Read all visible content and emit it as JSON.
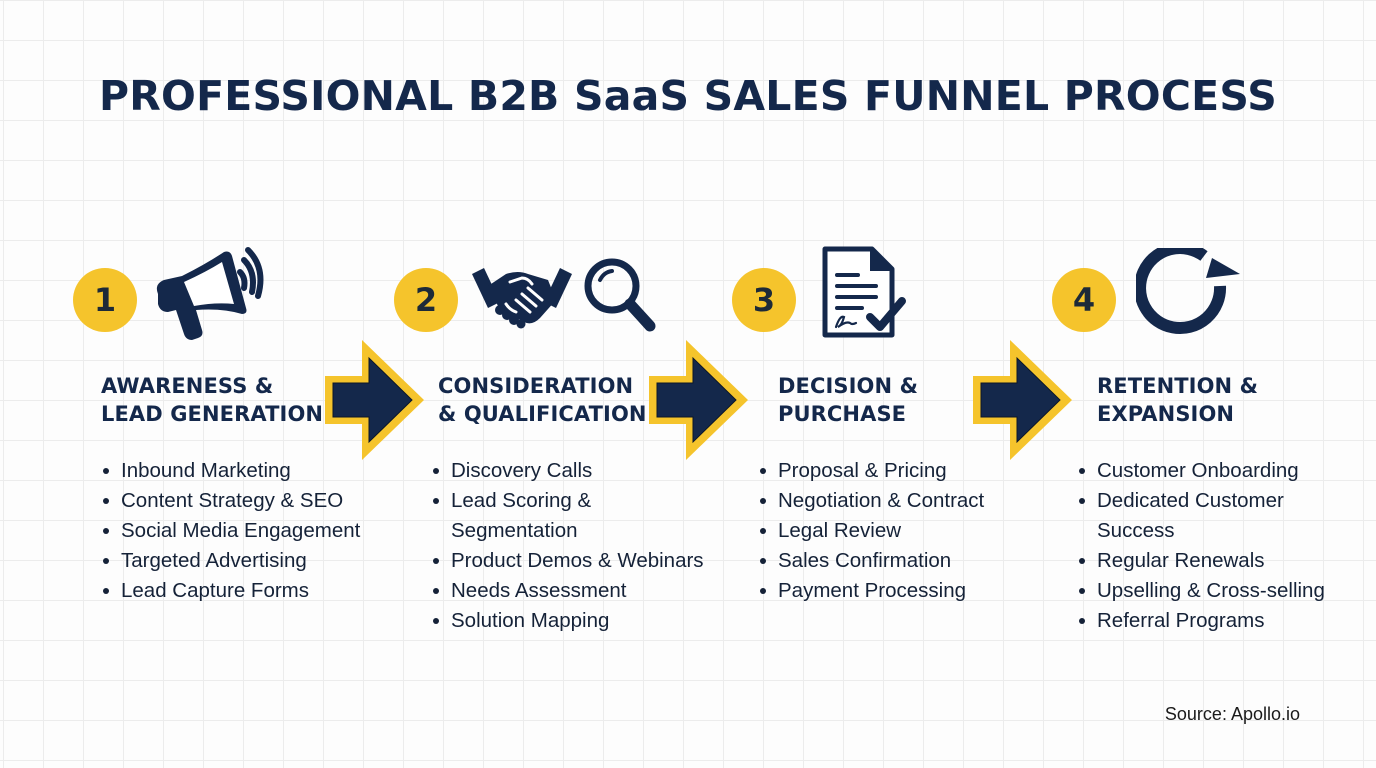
{
  "title": "PROFESSIONAL B2B SaaS SALES FUNNEL PROCESS",
  "colors": {
    "navy": "#14284b",
    "gold": "#f5c42c",
    "text": "#152238",
    "grid": "#ececec"
  },
  "stages": [
    {
      "number": "1",
      "icon": "megaphone-icon",
      "heading": "AWARENESS &\nLEAD GENERATION",
      "items": [
        "Inbound Marketing",
        "Content Strategy & SEO",
        "Social Media Engagement",
        "Targeted Advertising",
        "Lead Capture Forms"
      ]
    },
    {
      "number": "2",
      "icon": "handshake-and-magnifier-icon",
      "heading": "CONSIDERATION\n& QUALIFICATION",
      "items": [
        "Discovery Calls",
        "Lead Scoring & Segmentation",
        "Product Demos & Webinars",
        "Needs Assessment",
        "Solution Mapping"
      ]
    },
    {
      "number": "3",
      "icon": "signed-document-check-icon",
      "heading": "DECISION &\nPURCHASE",
      "items": [
        "Proposal & Pricing",
        "Negotiation & Contract",
        "Legal Review",
        "Sales Confirmation",
        "Payment Processing"
      ]
    },
    {
      "number": "4",
      "icon": "circular-arrow-renew-icon",
      "heading": "RETENTION &\nEXPANSION",
      "items": [
        "Customer Onboarding",
        "Dedicated Customer Success",
        "Regular Renewals",
        "Upselling & Cross-selling",
        "Referral Programs"
      ]
    }
  ],
  "arrows": [
    "right-arrow-1-to-2",
    "right-arrow-2-to-3",
    "right-arrow-3-to-4"
  ],
  "source": "Source: Apollo.io"
}
